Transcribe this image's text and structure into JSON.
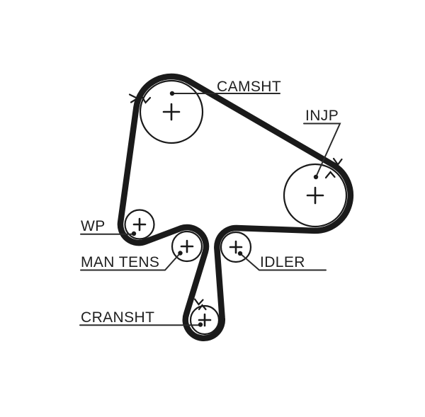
{
  "diagram": {
    "type": "timing-belt-routing-diagram",
    "background_color": "#ffffff",
    "ink_color": "#1a1a1a",
    "labels": {
      "camsht": "CAMSHT",
      "injp": "INJP",
      "wp": "WP",
      "man_tens": "MAN TENS",
      "idler": "IDLER",
      "cransht": "CRANSHT"
    },
    "pulleys": [
      {
        "id": "camsht",
        "label": "CAMSHT",
        "marker": "center-cross"
      },
      {
        "id": "injp",
        "label": "INJP",
        "marker": "center-cross"
      },
      {
        "id": "wp",
        "label": "WP",
        "marker": "center-cross"
      },
      {
        "id": "man_tens",
        "label": "MAN TENS",
        "marker": "center-cross"
      },
      {
        "id": "idler",
        "label": "IDLER",
        "marker": "center-cross"
      },
      {
        "id": "cransht",
        "label": "CRANSHT",
        "marker": "center-cross"
      }
    ],
    "annotations": {
      "direction_arrows": [
        "camshaft-left",
        "injection-pump-top-right",
        "crankshaft-top"
      ]
    }
  }
}
